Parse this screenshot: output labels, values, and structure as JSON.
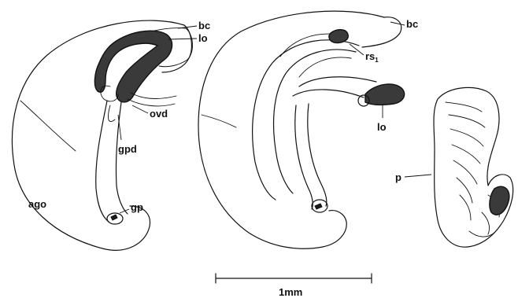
{
  "labels": {
    "bc_left": "bc",
    "lo_left": "lo",
    "ovd": "ovd",
    "gpd": "gpd",
    "ago": "ago",
    "gp": "gp",
    "bc_middle": "bc",
    "rs1": "rs",
    "rs1_sub": "1",
    "lo_middle": "lo",
    "p": "p"
  },
  "scale_bar": {
    "label": "1mm"
  }
}
